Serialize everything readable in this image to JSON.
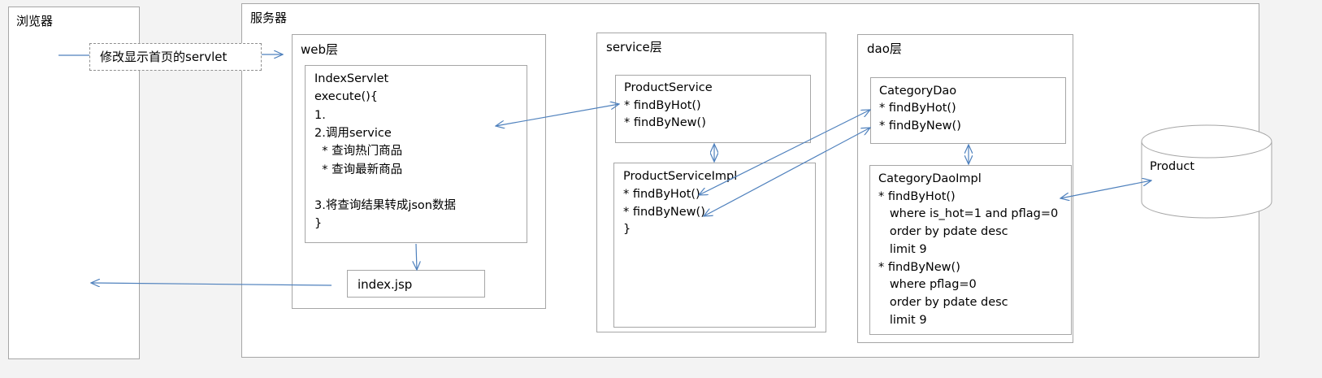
{
  "browser": {
    "title": "浏览器"
  },
  "server": {
    "title": "服务器"
  },
  "request_label": "修改显示首页的servlet",
  "web_layer": {
    "title": "web层",
    "servlet_lines": [
      "IndexServlet",
      "execute(){",
      "1.",
      "2.调用service",
      "  * 查询热门商品",
      "  * 查询最新商品",
      "",
      "3.将查询结果转成json数据",
      "}"
    ],
    "jsp": "index.jsp"
  },
  "service_layer": {
    "title": "service层",
    "interface_lines": [
      "ProductService",
      "* findByHot()",
      "* findByNew()"
    ],
    "impl_lines": [
      "ProductServiceImpl",
      "* findByHot()",
      "* findByNew()",
      "}"
    ]
  },
  "dao_layer": {
    "title": "dao层",
    "interface_lines": [
      "CategoryDao",
      "* findByHot()",
      "* findByNew()"
    ],
    "impl_lines": [
      "CategoryDaoImpl",
      "* findByHot()",
      "   where is_hot=1 and pflag=0",
      "   order by pdate desc",
      "   limit 9",
      "* findByNew()",
      "   where pflag=0",
      "   order by pdate desc",
      "   limit 9"
    ]
  },
  "database": {
    "label": "Product"
  },
  "colors": {
    "arrow": "#4f81bd",
    "border": "#a6a6a6",
    "background": "#f3f3f3"
  }
}
